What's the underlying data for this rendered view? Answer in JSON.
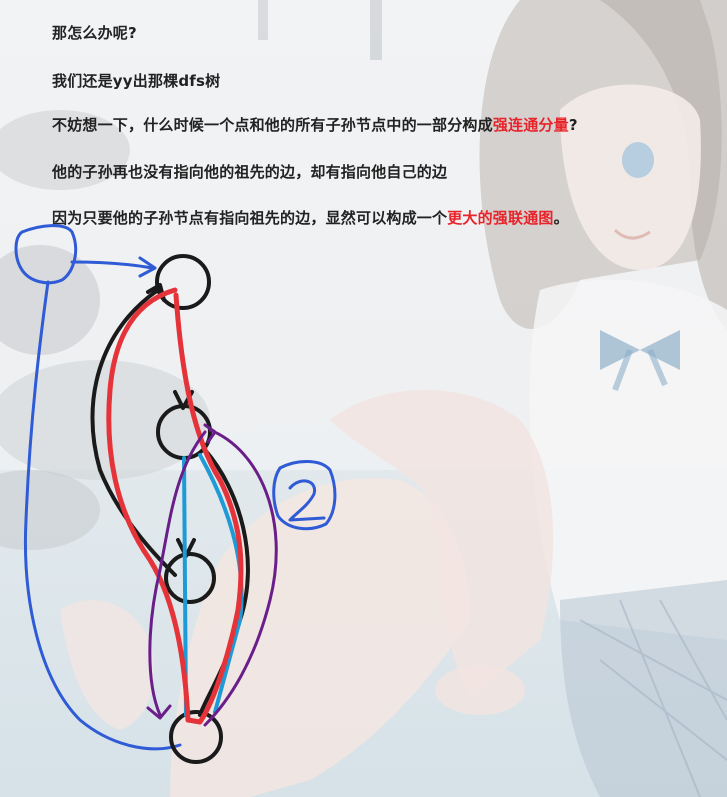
{
  "lines": [
    {
      "text": "那怎么办呢?"
    },
    {
      "text": "我们还是yy出那棵dfs树"
    },
    {
      "before": "不妨想一下，什么时候一个点和他的所有子孙节点中的一部分构成",
      "highlight": "强连通分量",
      "after": "?"
    },
    {
      "text": "他的子孙再也没有指向他的祖先的边，却有指向他自己的边"
    },
    {
      "before": "因为只要他的子孙节点有指向祖先的边，显然可以构成一个",
      "highlight": "更大的强联通图",
      "after": "。"
    }
  ],
  "drawing": {
    "annotation": "2",
    "colors": {
      "black": "#1a1a1a",
      "red": "#e5333a",
      "blue": "#2f5bd6",
      "cyan": "#1e9ad6",
      "purple": "#6a1e8a",
      "highlight": "#e8232a"
    }
  }
}
